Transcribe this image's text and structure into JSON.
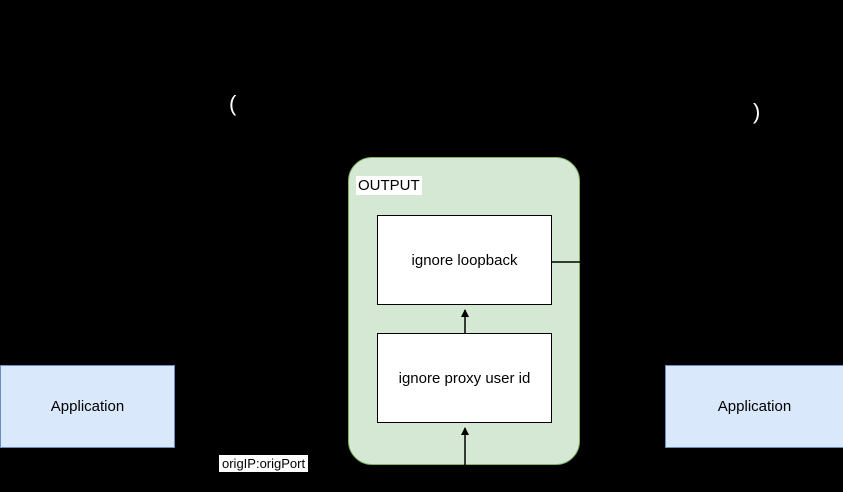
{
  "canvas": {
    "background": "#000000"
  },
  "annotations": {
    "open_paren": "(",
    "close_paren": ")"
  },
  "output_chain": {
    "title": "OUTPUT",
    "fill": "#d5e8d4",
    "border": "#82b366",
    "rules": [
      {
        "label": "ignore loopback"
      },
      {
        "label": "ignore proxy user id"
      }
    ]
  },
  "applications": {
    "fill": "#dae8fc",
    "border": "#6c8ebf",
    "left": {
      "label": "Application"
    },
    "right": {
      "label": "Application"
    }
  },
  "labels": {
    "orig": "origIP:origPort"
  },
  "connectors": {
    "color": "#000000"
  }
}
